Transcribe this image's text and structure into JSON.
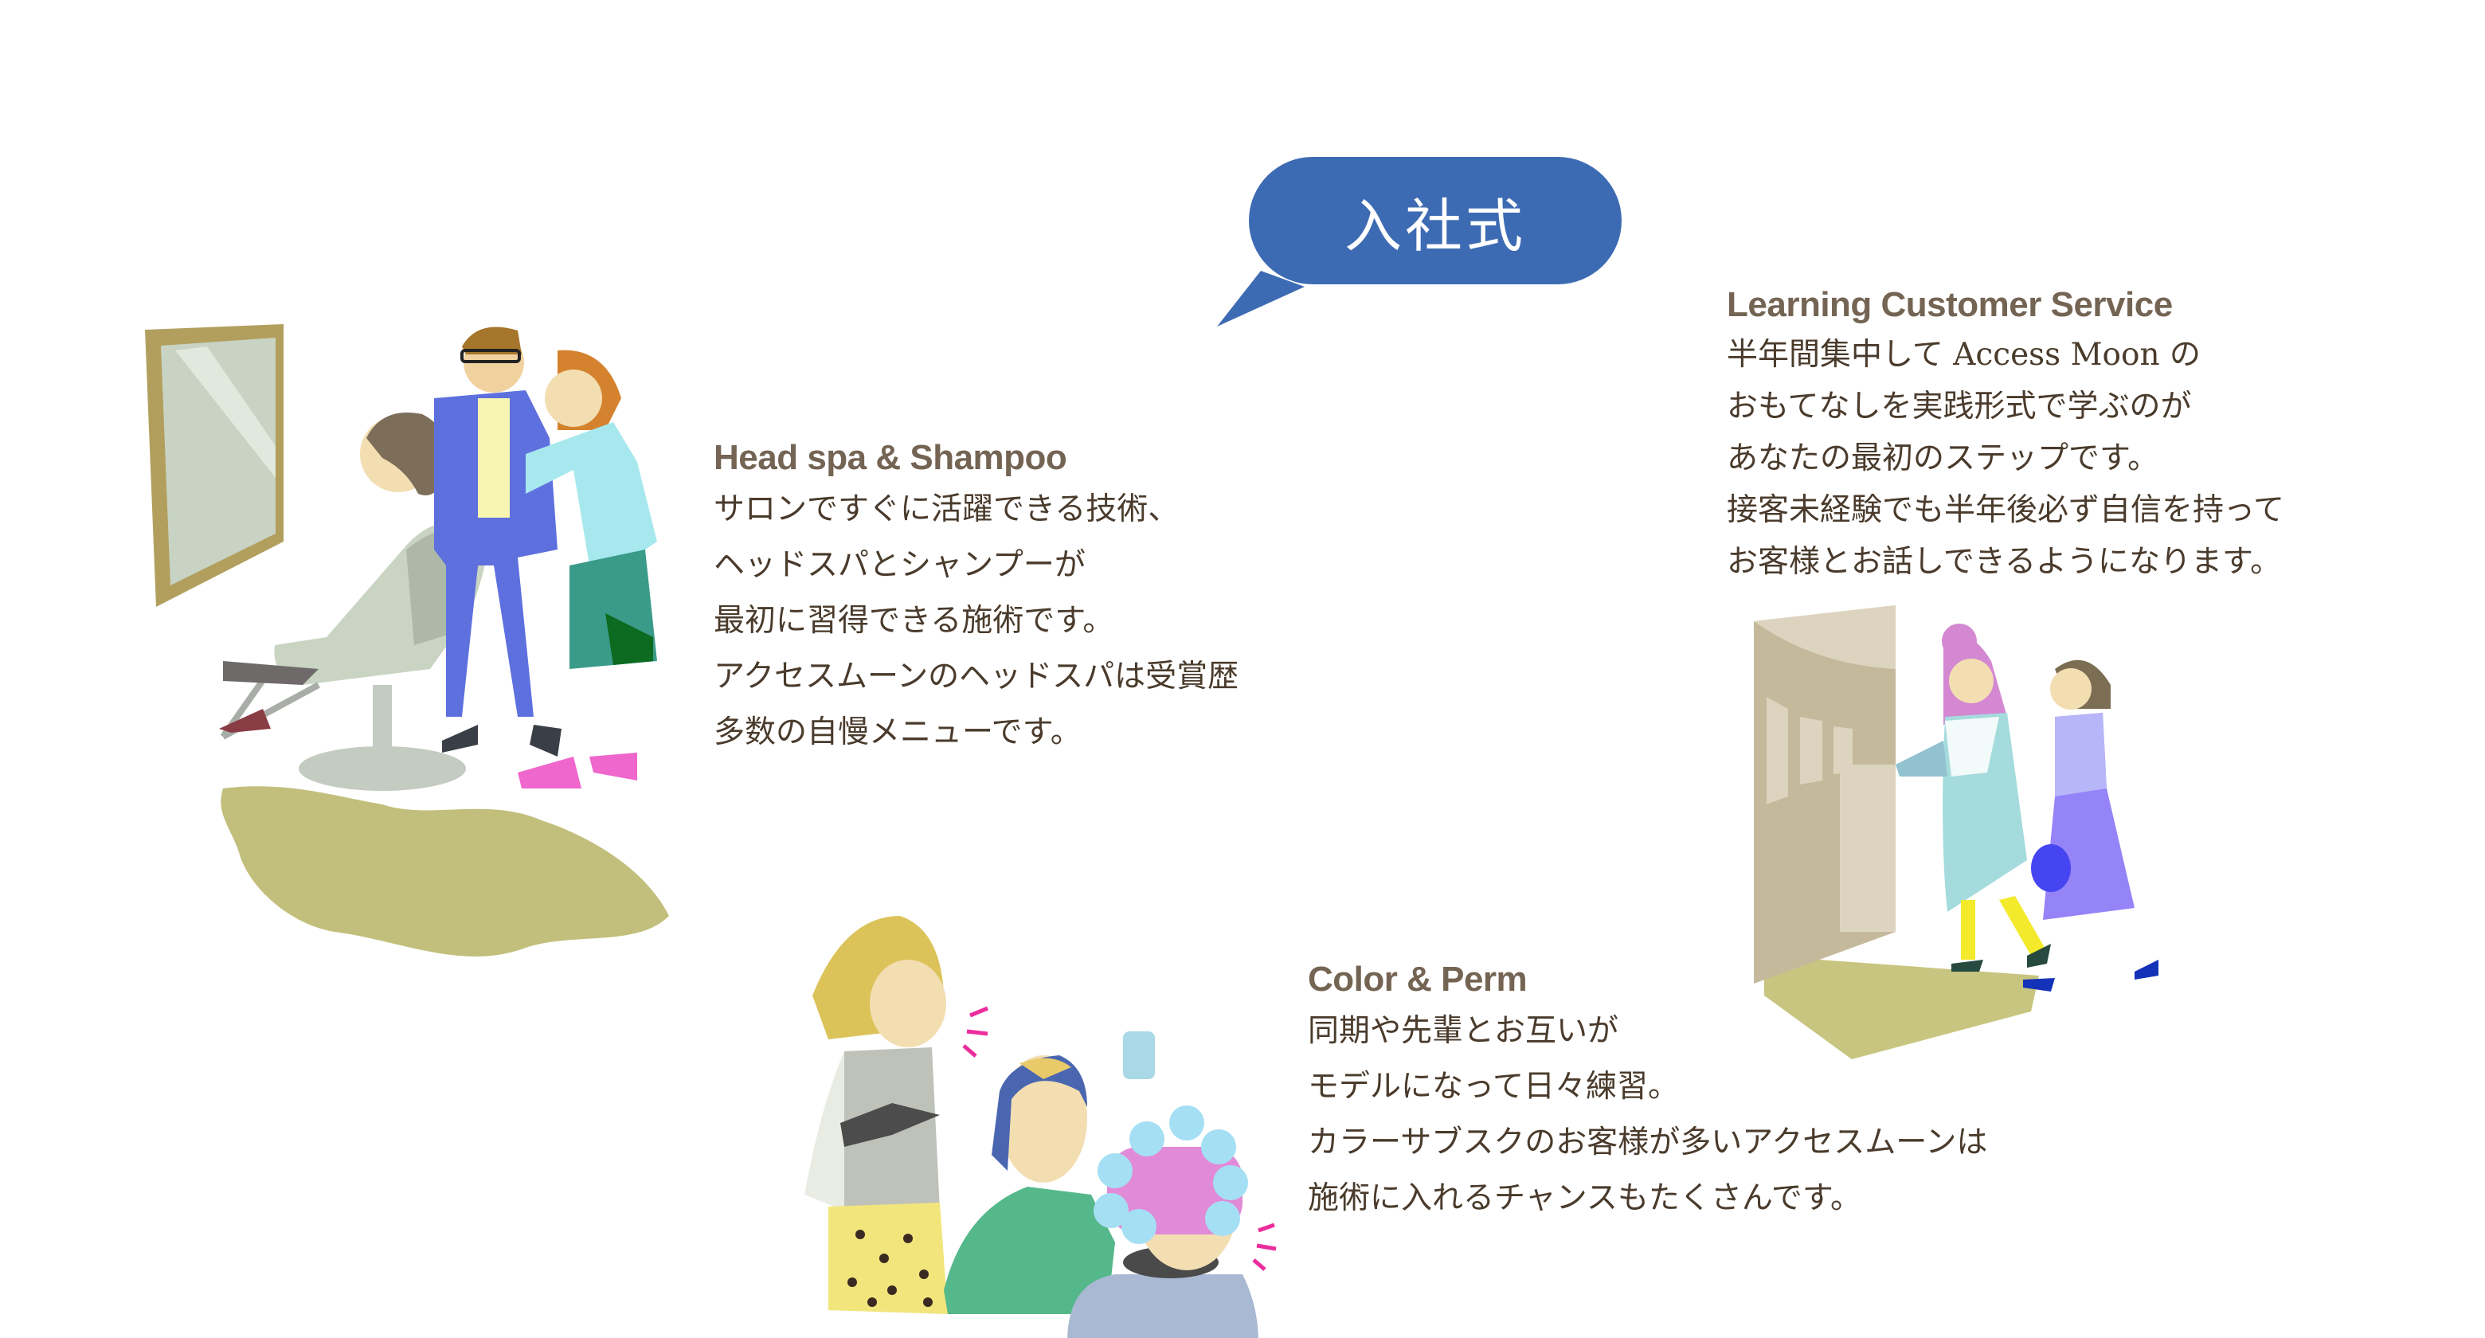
{
  "callout": {
    "label": "入社式",
    "color": "#3d6bb3"
  },
  "sections": [
    {
      "heading": "Head spa & Shampoo",
      "lines": [
        "サロンですぐに活躍できる技術、",
        "ヘッドスパとシャンプーが",
        "最初に習得できる施術です。",
        "アクセスムーンのヘッドスパは受賞歴",
        "多数の自慢メニューです。"
      ]
    },
    {
      "heading": "Learning Customer Service",
      "lines": [
        "半年間集中して Access Moon の",
        "おもてなしを実践形式で学ぶのが",
        "あなたの最初のステップです。",
        "接客未経験でも半年後必ず自信を持って",
        "お客様とお話しできるようになります。"
      ]
    },
    {
      "heading": "Color & Perm",
      "lines": [
        "同期や先輩とお互いが",
        "モデルになって日々練習。",
        "カラーサブスクのお客様が多いアクセスムーンは",
        "施術に入れるチャンスもたくさんです。"
      ]
    }
  ],
  "colors": {
    "heading": "#746453",
    "body": "#4a3b2c"
  }
}
